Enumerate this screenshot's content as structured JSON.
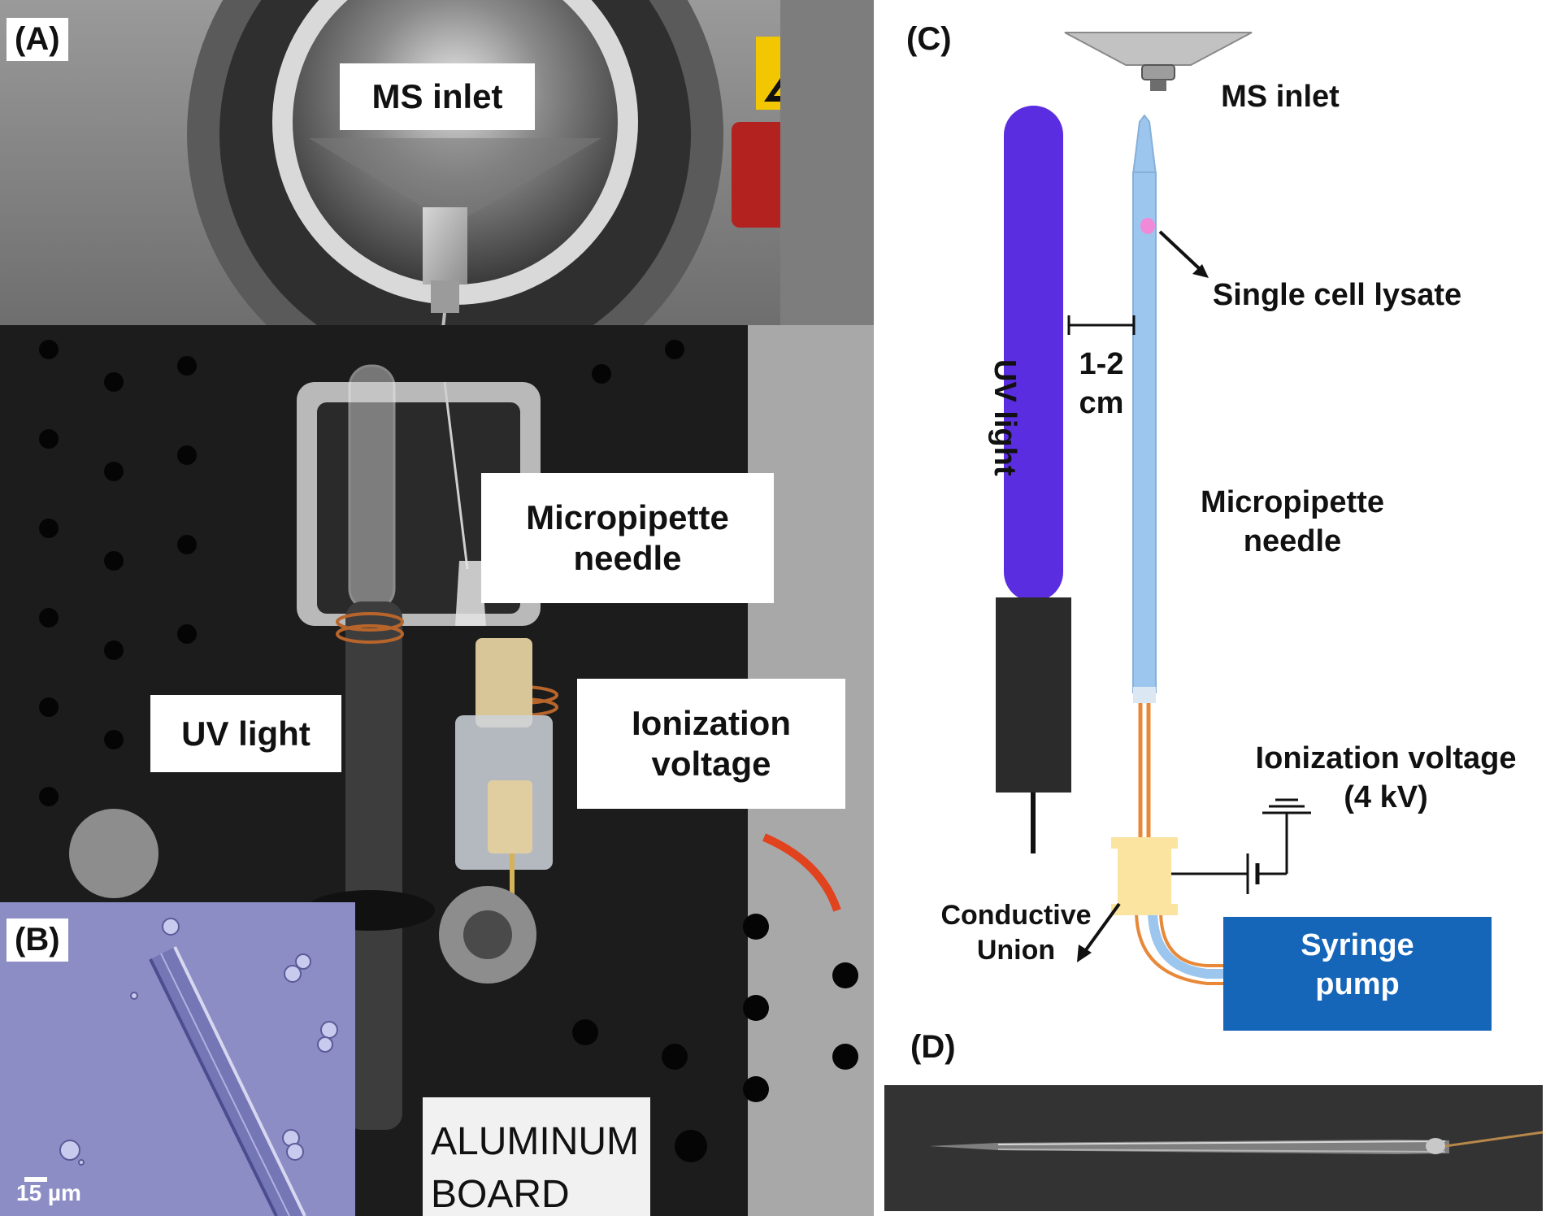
{
  "panel_a": {
    "letter": "(A)",
    "labels": {
      "ms_inlet": "MS inlet",
      "micropipette_needle": "Micropipette\nneedle",
      "uv_light": "UV light",
      "ionization_voltage": "Ionization\nvoltage"
    },
    "board_text": [
      "ALUMINUM",
      "BOARD"
    ]
  },
  "panel_b": {
    "letter": "(B)",
    "scale_bar": "15 µm"
  },
  "panel_c": {
    "letter": "(C)",
    "ms_inlet": "MS inlet",
    "single_cell_lysate": "Single cell lysate",
    "distance": "1-2\ncm",
    "uv_light": "UV light",
    "micropipette_needle": "Micropipette\nneedle",
    "ionization_voltage": "Ionization voltage\n(4 kV)",
    "conductive_union": "Conductive\nUnion",
    "syringe_pump": "Syringe\npump",
    "colors": {
      "uv_lamp": "#5a2ee0",
      "uv_base": "#2b2b2b",
      "needle": "#9cc6ee",
      "union": "#fbe3a0",
      "tubing": "#e8893a",
      "pump": "#1565b8",
      "inlet_cone": "#c2c2c2",
      "lysate": "#f08ad8"
    }
  },
  "panel_d": {
    "letter": "(D)"
  }
}
